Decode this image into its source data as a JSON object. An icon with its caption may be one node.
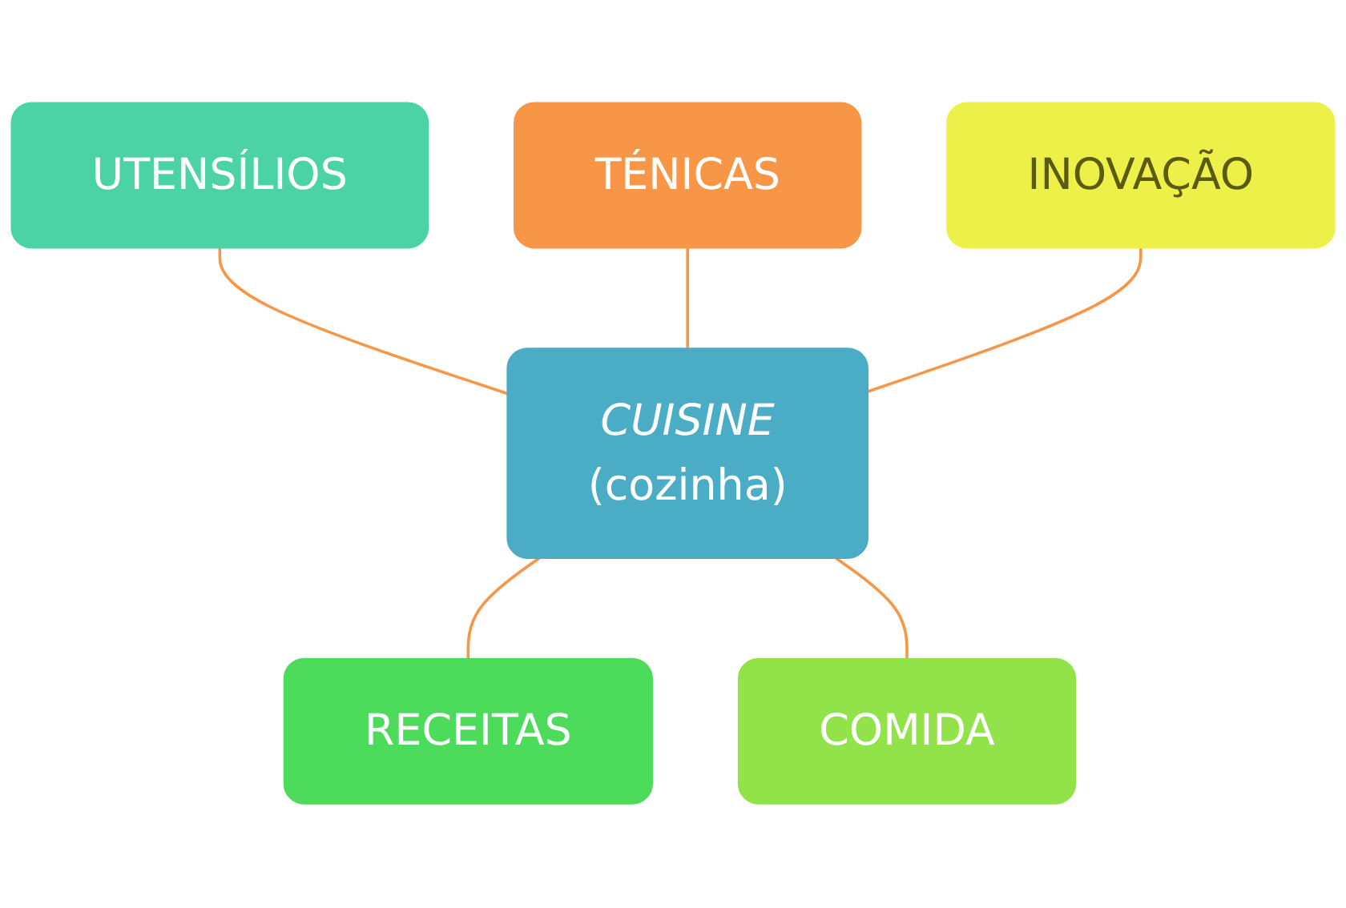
{
  "diagram": {
    "nodes": [
      {
        "text": [
          "UTENSÍLIOS"
        ]
      },
      {
        "text": [
          "TÉNICAS"
        ]
      },
      {
        "text": [
          "CUISINE",
          "(cozinha)"
        ]
      },
      {
        "text": [
          "RECEITAS"
        ]
      },
      {
        "text": [
          "INOVAÇÃO"
        ]
      },
      {
        "text": [
          "COMIDA"
        ]
      }
    ],
    "edges": [
      {
        "from": 0,
        "to": 2,
        "arrow": "none"
      },
      {
        "from": 1,
        "to": 2,
        "arrow": "none"
      },
      {
        "from": 2,
        "to": 3,
        "arrow": "none"
      },
      {
        "from": 4,
        "to": 2,
        "arrow": "none"
      },
      {
        "from": 2,
        "to": 5,
        "arrow": "none"
      }
    ]
  }
}
